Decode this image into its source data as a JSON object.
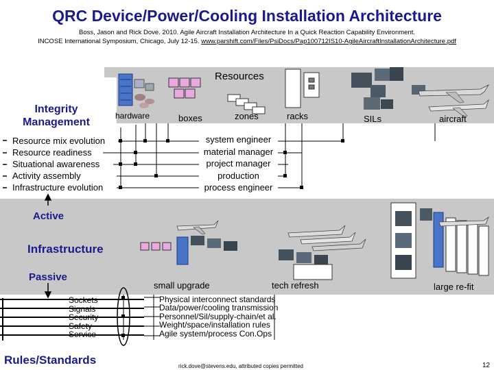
{
  "header": {
    "title": "QRC Device/Power/Cooling Installation Architecture",
    "citation_line1": "Boss, Jason and Rick Dove. 2010. Agile Aircraft Installation Architecture In a Quick Reaction Capability Environment.",
    "citation_line2_prefix": "INCOSE International Symposium, Chicago, July 12-15. ",
    "citation_url": "www.parshift.com/Files/PsiDocs/Pap100712IS10-AgileAircraftInstallationArchitecture.pdf"
  },
  "resources": {
    "title": "Resources",
    "columns": [
      "hardware",
      "boxes",
      "zones",
      "racks",
      "SILs",
      "aircraft"
    ]
  },
  "integrity": {
    "title": "Integrity Management",
    "items": [
      "Resource mix evolution",
      "Resource readiness",
      "Situational awareness",
      "Activity assembly",
      "Infrastructure evolution"
    ],
    "roles": [
      "system engineer",
      "material manager",
      "project manager",
      "production",
      "process engineer"
    ]
  },
  "infrastructure": {
    "active_label": "Active",
    "title": "Infrastructure",
    "passive_label": "Passive",
    "passive_items": [
      "Sockets",
      "Signals",
      "Security",
      "Safety",
      "Service"
    ],
    "situations": [
      "small upgrade",
      "tech refresh",
      "large re-fit"
    ]
  },
  "rules": {
    "title": "Rules/Standards",
    "items": [
      "Physical interconnect standards",
      "Data/power/cooling transmission",
      "Personnel/Sil/supply-chain/et al.",
      "Weight/space/installation rules",
      "Agile system/process Con.Ops"
    ]
  },
  "footer": {
    "attribution": "rick.dove@stevens.edu, attributed copies permitted",
    "page_number": "12"
  },
  "colors": {
    "title_blue": "#1a1a8c",
    "banner_gray": "#c8c8c8",
    "rack_blue": "#4a74c8",
    "box_pink": "#e8a8e0",
    "dark": "#1f1f1f"
  }
}
